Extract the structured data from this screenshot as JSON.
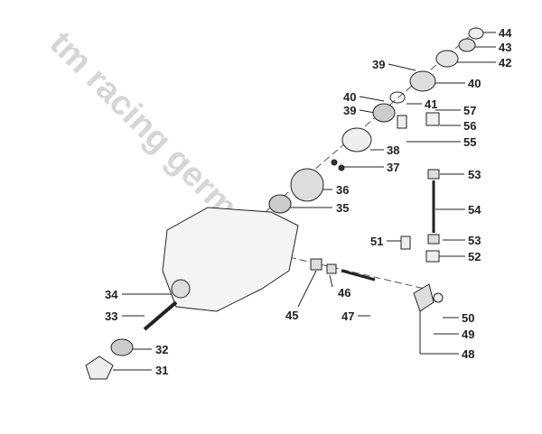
{
  "watermark": "tm racing germany",
  "labels": [
    "44",
    "43",
    "42",
    "39",
    "40",
    "40",
    "41",
    "39",
    "57",
    "56",
    "55",
    "38",
    "37",
    "36",
    "35",
    "53",
    "54",
    "51",
    "53",
    "52",
    "34",
    "46",
    "33",
    "45",
    "47",
    "50",
    "49",
    "48",
    "32",
    "31"
  ]
}
